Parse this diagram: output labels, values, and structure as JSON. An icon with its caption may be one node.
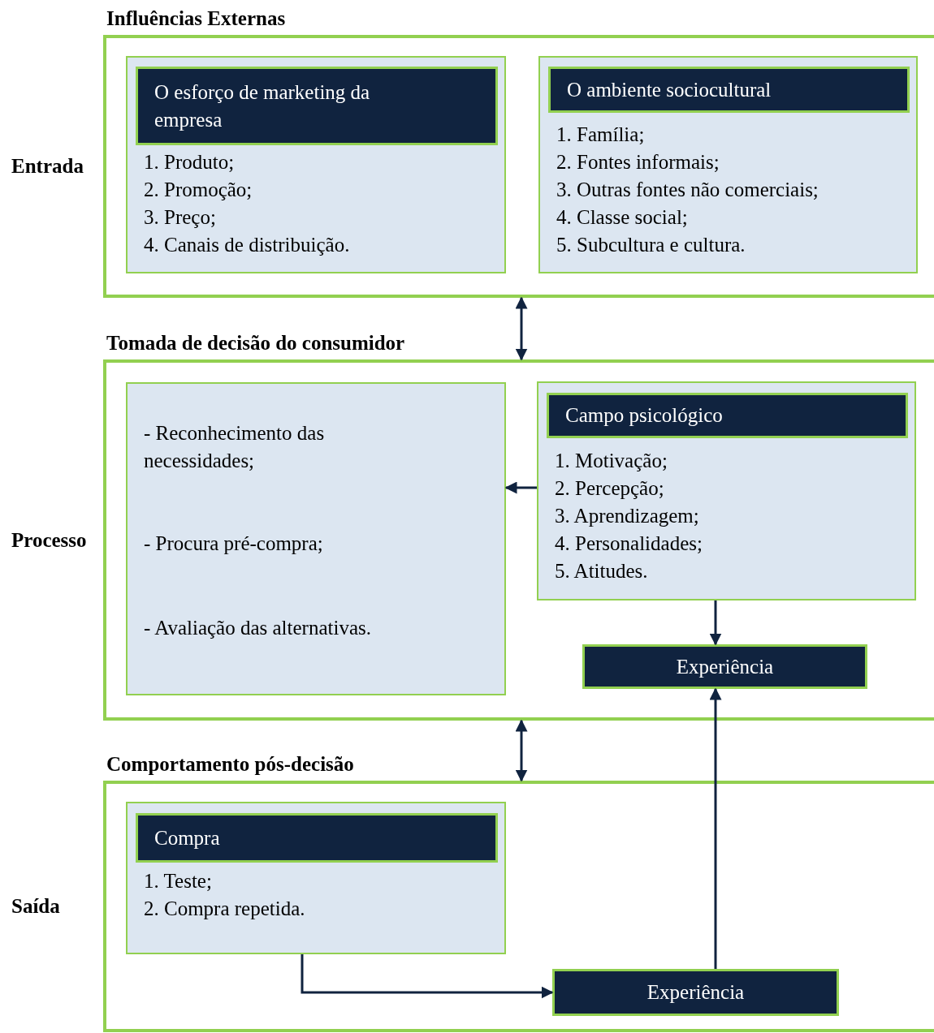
{
  "diagram": {
    "nodes": [
      {
        "text": [
          "Influências Externas"
        ],
        "beside": [
          "Entrada"
        ]
      },
      {
        "text": [
          "1. Produto;",
          "2. Promoção;",
          "3. Preço;",
          "4. Canais de distribuição."
        ],
        "in": 0
      },
      {
        "text": [
          "O esforço de marketing da empresa"
        ],
        "in": 1
      },
      {
        "text": [
          "1. Família;",
          "2. Fontes informais;",
          "3. Outras fontes não comerciais;",
          "4. Classe social;",
          "5. Subcultura e cultura."
        ],
        "in": 0
      },
      {
        "text": [
          "O ambiente sociocultural"
        ],
        "in": 3
      },
      {
        "text": [
          "Tomada de decisão do consumidor"
        ],
        "beside": [
          "Processo"
        ]
      },
      {
        "text": [
          "- Reconhecimento das necessidades;",
          "- Procura pré-compra;",
          "- Avaliação das alternativas."
        ],
        "in": 5
      },
      {
        "text": [
          "1. Motivação;",
          "2. Percepção;",
          "3. Aprendizagem;",
          "4. Personalidades;",
          "5. Atitudes."
        ],
        "in": 5
      },
      {
        "text": [
          "Campo psicológico"
        ],
        "in": 7
      },
      {
        "text": [
          "Experiência"
        ],
        "in": 5
      },
      {
        "text": [
          "Comportamento pós-decisão"
        ],
        "beside": [
          "Saída"
        ]
      },
      {
        "text": [
          "1. Teste;",
          "2. Compra repetida."
        ],
        "in": 10
      },
      {
        "text": [
          "Compra"
        ],
        "in": 11
      },
      {
        "text": [
          "Experiência"
        ],
        "in": 10
      }
    ],
    "edges": [
      {
        "from": 0,
        "to": 5,
        "arrow": "both"
      },
      {
        "from": 7,
        "to": 6,
        "arrow": "to"
      },
      {
        "from": 7,
        "to": 9,
        "arrow": "to"
      },
      {
        "from": 5,
        "to": 10,
        "arrow": "both"
      },
      {
        "from": 11,
        "to": 13,
        "arrow": "to"
      },
      {
        "from": 13,
        "to": 9,
        "arrow": "to"
      }
    ]
  }
}
